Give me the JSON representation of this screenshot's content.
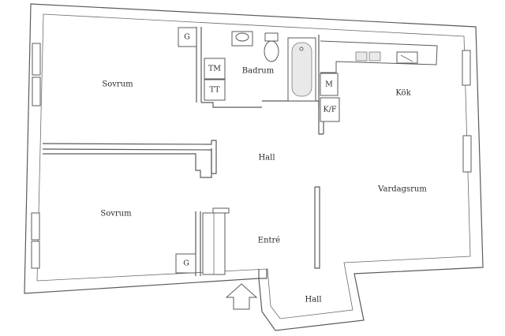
{
  "rooms": {
    "bedroom_top": "Sovrum",
    "bedroom_bottom": "Sovrum",
    "bathroom": "Badrum",
    "kitchen": "Kök",
    "hall_center": "Hall",
    "living_room": "Vardagsrum",
    "entrance": "Entré",
    "hall_bottom": "Hall"
  },
  "fixtures": {
    "closet_top": "G",
    "closet_bottom": "G",
    "dryer": "TM",
    "washer": "TT",
    "microwave": "M",
    "fridge_freezer": "K/F"
  },
  "icons": {
    "entrance_arrow": "arrow-up-icon"
  }
}
